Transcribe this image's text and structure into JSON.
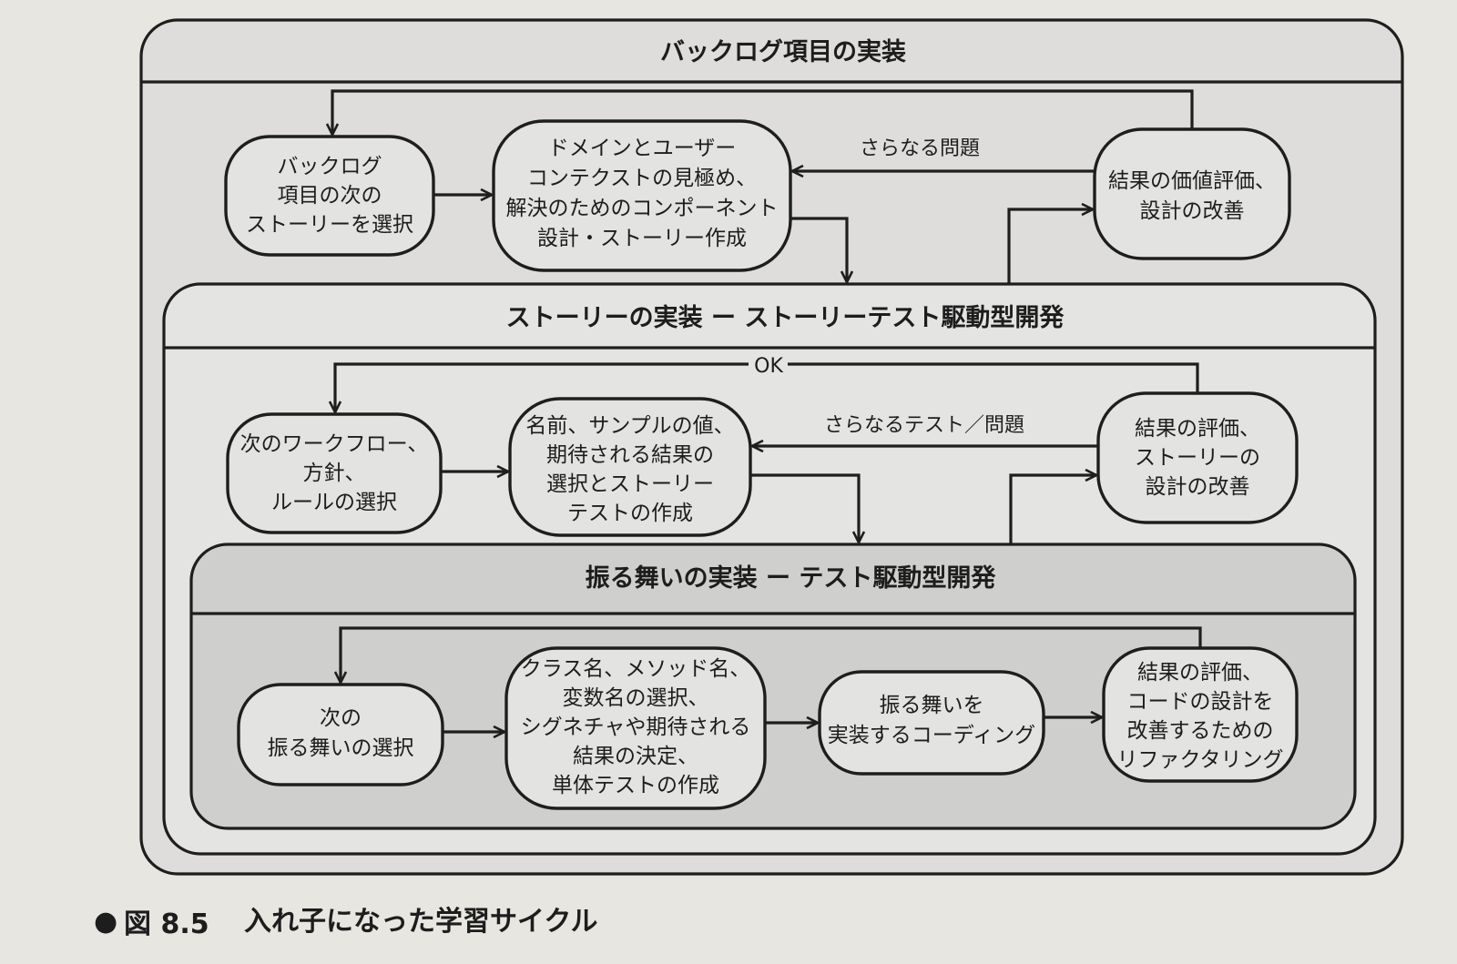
{
  "diagram": {
    "frames": {
      "backlog": {
        "title": "バックログ項目の実装"
      },
      "story": {
        "title": "ストーリーの実装 ー ストーリーテスト駆動型開発"
      },
      "behavior": {
        "title": "振る舞いの実装 ー テスト駆動型開発"
      }
    },
    "nodes": {
      "backlog_select": {
        "lines": [
          "バックログ",
          "項目の次の",
          "ストーリーを選択"
        ]
      },
      "domain_design": {
        "lines": [
          "ドメインとユーザー",
          "コンテクストの見極め、",
          "解決のためのコンポーネント",
          "設計・ストーリー作成"
        ]
      },
      "value_eval": {
        "lines": [
          "結果の価値評価、",
          "設計の改善"
        ]
      },
      "workflow_select": {
        "lines": [
          "次のワークフロー、",
          "方針、",
          "ルールの選択"
        ]
      },
      "story_test": {
        "lines": [
          "名前、サンプルの値、",
          "期待される結果の",
          "選択とストーリー",
          "テストの作成"
        ]
      },
      "story_eval": {
        "lines": [
          "結果の評価、",
          "ストーリーの",
          "設計の改善"
        ]
      },
      "behavior_select": {
        "lines": [
          "次の",
          "振る舞いの選択"
        ]
      },
      "unit_test": {
        "lines": [
          "クラス名、メソッド名、",
          "変数名の選択、",
          "シグネチャや期待される",
          "結果の決定、",
          "単体テストの作成"
        ]
      },
      "coding": {
        "lines": [
          "振る舞いを",
          "実装するコーディング"
        ]
      },
      "refactor": {
        "lines": [
          "結果の評価、",
          "コードの設計を",
          "改善するための",
          "リファクタリング"
        ]
      }
    },
    "edge_labels": {
      "more_problems": "さらなる問題",
      "ok": "OK",
      "more_tests": "さらなるテスト／問題"
    }
  },
  "caption": {
    "bullet": "●",
    "label": "図 8.5",
    "text": "入れ子になった学習サイクル"
  },
  "colors": {
    "outer_frame_fill": "#dedddb",
    "middle_frame_fill": "#e4e4e2",
    "inner_frame_fill": "#cfcfcd",
    "node_fill": "#e3e3e1",
    "stroke": "#1e1e1e",
    "page_background": "#e7e6e1"
  }
}
